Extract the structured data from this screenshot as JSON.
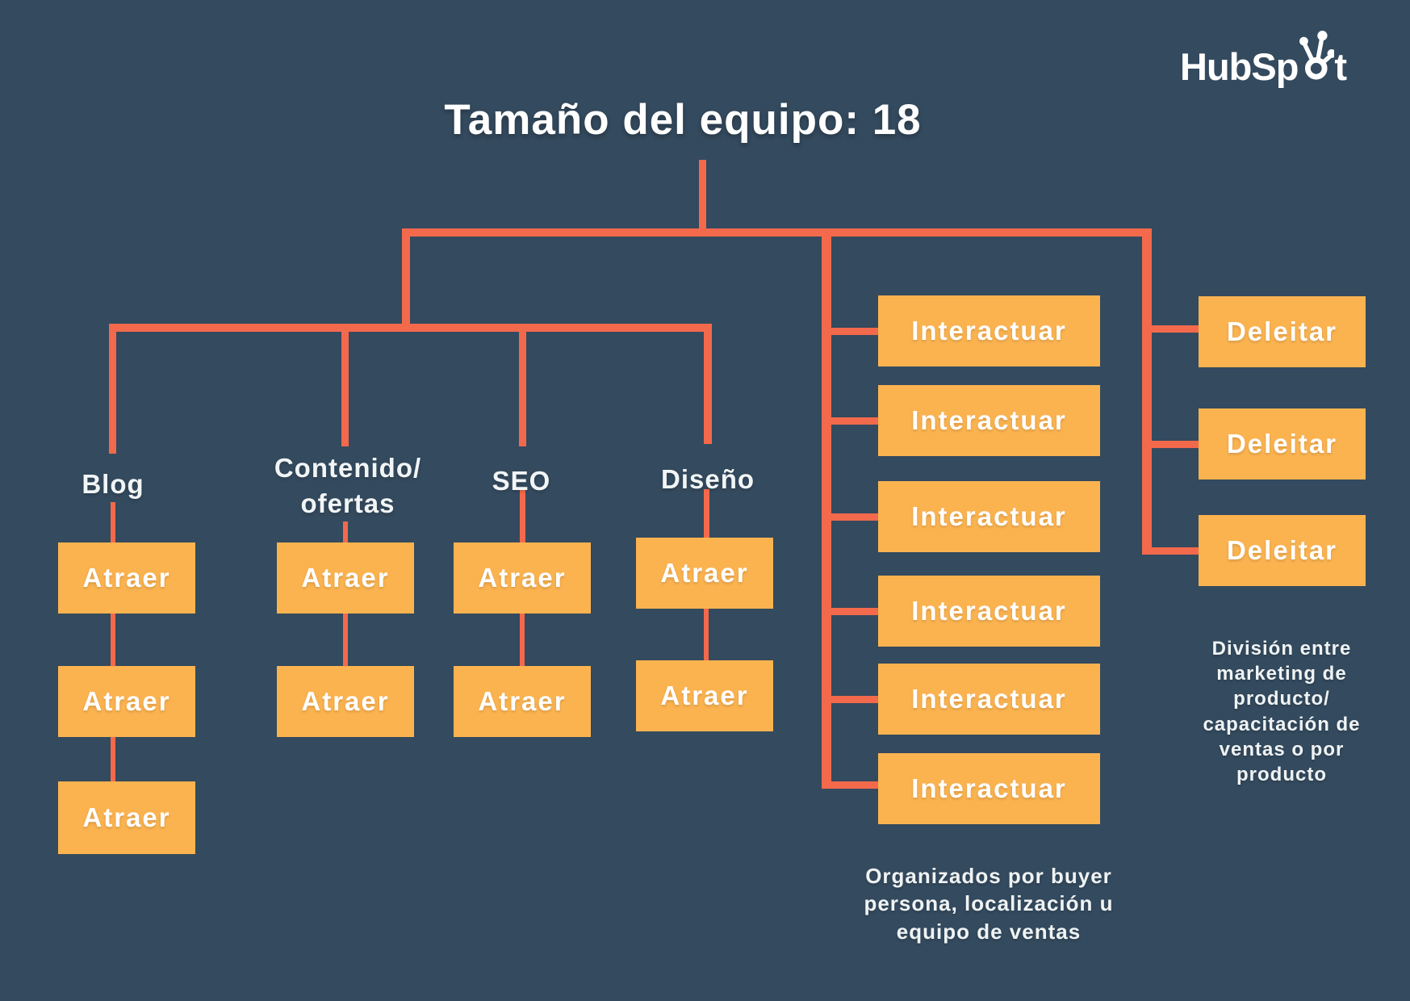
{
  "colors": {
    "background": "#344A5E",
    "connector": "#F3694C",
    "node_fill": "#FBB350",
    "text": "#FFFFFF"
  },
  "logo": {
    "name": "HubSpot",
    "text_before_icon": "HubSp",
    "text_after_icon": "t",
    "icon": "hubspot-sprocket-icon"
  },
  "title": "Tamaño del equipo: 18",
  "left_group": {
    "columns": [
      {
        "label_lines": [
          "Blog"
        ],
        "boxes": [
          "Atraer",
          "Atraer",
          "Atraer"
        ]
      },
      {
        "label_lines": [
          "Contenido/",
          "ofertas"
        ],
        "boxes": [
          "Atraer",
          "Atraer"
        ]
      },
      {
        "label_lines": [
          "SEO"
        ],
        "boxes": [
          "Atraer",
          "Atraer"
        ]
      },
      {
        "label_lines": [
          "Diseño"
        ],
        "boxes": [
          "Atraer",
          "Atraer"
        ]
      }
    ]
  },
  "middle_group": {
    "boxes": [
      "Interactuar",
      "Interactuar",
      "Interactuar",
      "Interactuar",
      "Interactuar",
      "Interactuar"
    ],
    "caption_lines": [
      "Organizados por buyer",
      "persona, localización u",
      "equipo de ventas"
    ]
  },
  "right_group": {
    "boxes": [
      "Deleitar",
      "Deleitar",
      "Deleitar"
    ],
    "caption_lines": [
      "División entre",
      "marketing de",
      "producto/",
      "capacitación de",
      "ventas o por",
      "producto"
    ]
  }
}
